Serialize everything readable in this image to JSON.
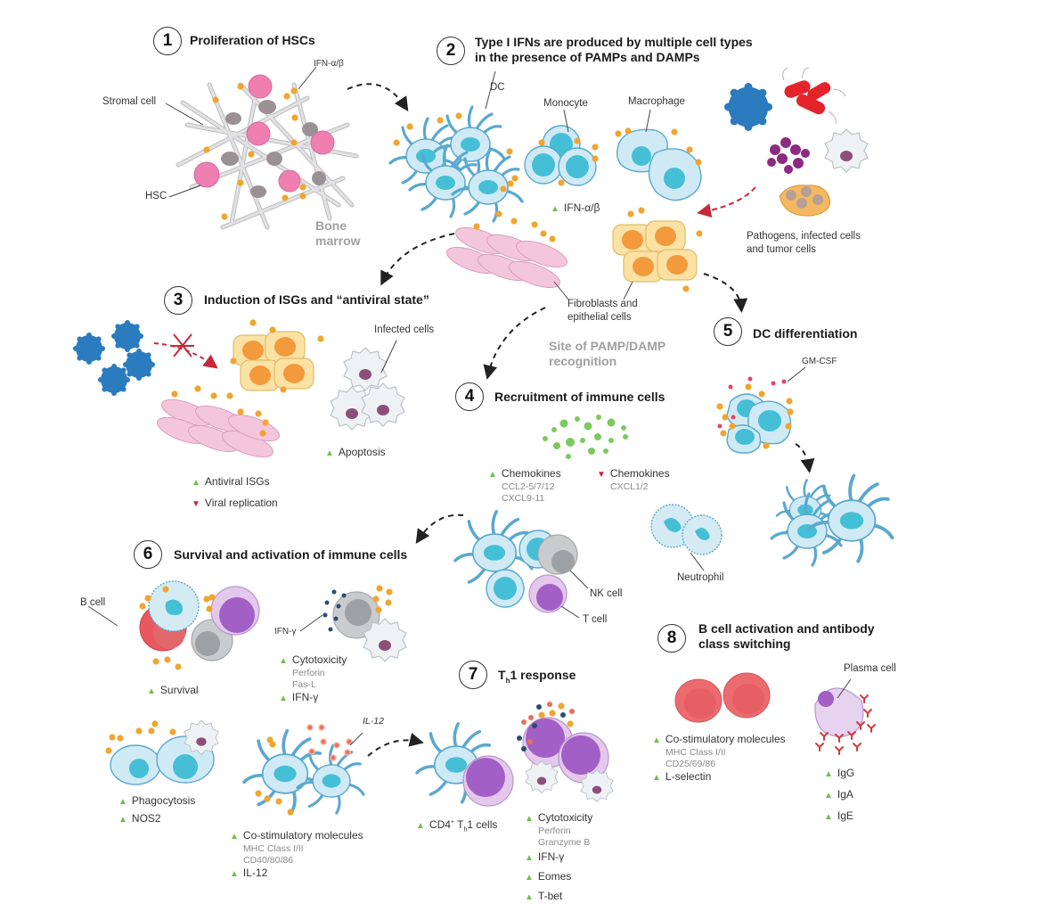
{
  "colors": {
    "ifn_dot": "#f0a530",
    "dc_fill": "#cfeaf5",
    "dc_stroke": "#5aa8cf",
    "nucleus_cyan": "#45bfd6",
    "hsc_pink": "#ee7fb0",
    "stromal_grey": "#d8d8da",
    "pathogen_blue": "#2b7bbf",
    "bacteria_red": "#e5232b",
    "fibroblast_pink": "#f4c6dc",
    "epithelial_yellow": "#fbe2a4",
    "epithelial_nucleus": "#f39a3c",
    "chemokine_green": "#7cc95e",
    "up_arrow": "#6fbf4f",
    "down_arrow": "#c8283a",
    "b_cell_red": "#e8585e",
    "t_cell_purple": "#a25fc6",
    "nk_grey": "#b8bcbf"
  },
  "sections": [
    {
      "num": "1",
      "title": "Proliferation of HSCs"
    },
    {
      "num": "2",
      "title_line1": "Type I IFNs are produced by multiple cell types",
      "title_line2": "in the presence of PAMPs and DAMPs"
    },
    {
      "num": "3",
      "title": "Induction of ISGs and “antiviral state”"
    },
    {
      "num": "4",
      "title": "Recruitment of immune cells"
    },
    {
      "num": "5",
      "title": "DC differentiation"
    },
    {
      "num": "6",
      "title": "Survival and activation of immune cells"
    },
    {
      "num": "7",
      "title_pre": "T",
      "title_sub": "h",
      "title_post": "1 response"
    },
    {
      "num": "8",
      "title_line1": "B cell activation and antibody",
      "title_line2": "class switching"
    }
  ],
  "s1": {
    "labels": {
      "ifn": "IFN-α/β",
      "stromal": "Stromal cell",
      "hsc": "HSC",
      "location_line1": "Bone",
      "location_line2": "marrow"
    }
  },
  "s2": {
    "labels": {
      "dc": "DC",
      "monocyte": "Monocyte",
      "macrophage": "Macrophage",
      "ifn_up": "IFN-α/β",
      "pathogens_line1": "Pathogens, infected cells",
      "pathogens_line2": "and tumor cells",
      "fibro_line1": "Fibroblasts and",
      "fibro_line2": "epithelial cells",
      "site_line1": "Site of PAMP/DAMP",
      "site_line2": "recognition"
    }
  },
  "s3": {
    "labels": {
      "infected": "Infected cells",
      "apoptosis": "Apoptosis",
      "antiviral": "Antiviral ISGs",
      "viral": "Viral replication"
    }
  },
  "s4": {
    "chemokines_up": {
      "label": "Chemokines",
      "detail1": "CCL2-5/7/12",
      "detail2": "CXCL9-11"
    },
    "chemokines_down": {
      "label": "Chemokines",
      "detail1": "CXCL1/2"
    },
    "labels": {
      "nk": "NK cell",
      "t": "T cell",
      "neutrophil": "Neutrophil"
    }
  },
  "s5": {
    "labels": {
      "gmcsf": "GM-CSF"
    }
  },
  "s6": {
    "labels": {
      "bcell": "B cell",
      "survival": "Survival",
      "ifng_label": "IFN-γ",
      "cytotoxicity": "Cytotoxicity",
      "perforin": "Perforin",
      "fasl": "Fas-L",
      "ifng": "IFN-γ",
      "phagocytosis": "Phagocytosis",
      "nos2": "NOS2",
      "il12_label": "IL-12",
      "costim": "Co-stimulatory molecules",
      "mhc": "MHC Class I/II",
      "cd": "CD40/80/86",
      "il12": "IL-12"
    }
  },
  "s7": {
    "labels": {
      "cd4_pre": "CD4",
      "cd4_sup": "+",
      "cd4_mid": " T",
      "cd4_sub": "h",
      "cd4_post": "1 cells",
      "cytotoxicity": "Cytotoxicity",
      "perforin": "Perforin",
      "granzyme": "Granzyme B",
      "ifng": "IFN-γ",
      "eomes": "Eomes",
      "tbet": "T-bet"
    }
  },
  "s8": {
    "labels": {
      "plasma": "Plasma cell",
      "costim": "Co-stimulatory molecules",
      "mhc": "MHC Class I/II",
      "cd": "CD25/69/86",
      "lselectin": "L-selectin",
      "igg": "IgG",
      "iga": "IgA",
      "ige": "IgE"
    }
  }
}
